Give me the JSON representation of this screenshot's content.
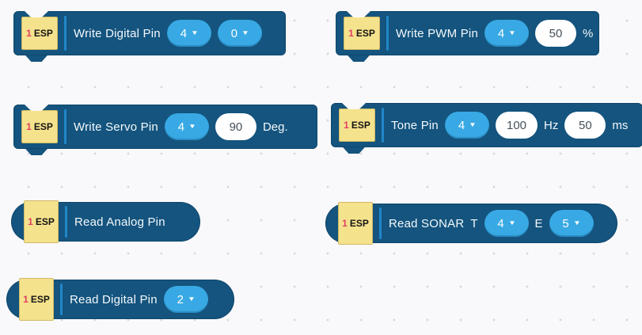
{
  "colors": {
    "canvas_bg": "#f9f9fb",
    "grid_dot": "#d8d8d8",
    "block_fill": "#14547e",
    "field_blue": "#38a9e4",
    "field_white": "#ffffff",
    "field_text_dark": "#44505a",
    "separator": "#2187c9",
    "badge_bg": "#f5e28c",
    "badge_number_color": "#e23f66",
    "badge_label_color": "#151515",
    "label_color": "#f4f8fb"
  },
  "icons": {
    "dropdown_caret": "▼"
  },
  "badge": {
    "number": "1",
    "label": "ESP"
  },
  "blocks": [
    {
      "name": "write-digital-pin",
      "shape": "statement",
      "label": "Write Digital Pin",
      "fields": [
        {
          "kind": "dropdown",
          "value": "4"
        },
        {
          "kind": "dropdown",
          "value": "0"
        }
      ]
    },
    {
      "name": "write-pwm-pin",
      "shape": "statement",
      "label": "Write PWM Pin",
      "fields": [
        {
          "kind": "dropdown",
          "value": "4"
        },
        {
          "kind": "number",
          "value": "50"
        },
        {
          "kind": "unit",
          "value": "%"
        }
      ]
    },
    {
      "name": "write-servo-pin",
      "shape": "statement",
      "label": "Write Servo Pin",
      "fields": [
        {
          "kind": "dropdown",
          "value": "4"
        },
        {
          "kind": "number",
          "value": "90"
        },
        {
          "kind": "unit",
          "value": "Deg."
        }
      ]
    },
    {
      "name": "tone-pin",
      "shape": "statement",
      "label": "Tone Pin",
      "fields": [
        {
          "kind": "dropdown",
          "value": "4"
        },
        {
          "kind": "number",
          "value": "100"
        },
        {
          "kind": "unit",
          "value": "Hz"
        },
        {
          "kind": "number",
          "value": "50"
        },
        {
          "kind": "unit",
          "value": "ms"
        }
      ]
    },
    {
      "name": "read-analog-pin",
      "shape": "reporter",
      "label": "Read Analog Pin",
      "fields": []
    },
    {
      "name": "read-sonar",
      "shape": "reporter",
      "label": "Read SONAR",
      "fields": [
        {
          "kind": "unit",
          "value": "T"
        },
        {
          "kind": "dropdown",
          "value": "4"
        },
        {
          "kind": "unit",
          "value": "E"
        },
        {
          "kind": "dropdown",
          "value": "5"
        }
      ]
    },
    {
      "name": "read-digital-pin",
      "shape": "reporter",
      "label": "Read Digital Pin",
      "fields": [
        {
          "kind": "dropdown",
          "value": "2"
        }
      ]
    }
  ]
}
